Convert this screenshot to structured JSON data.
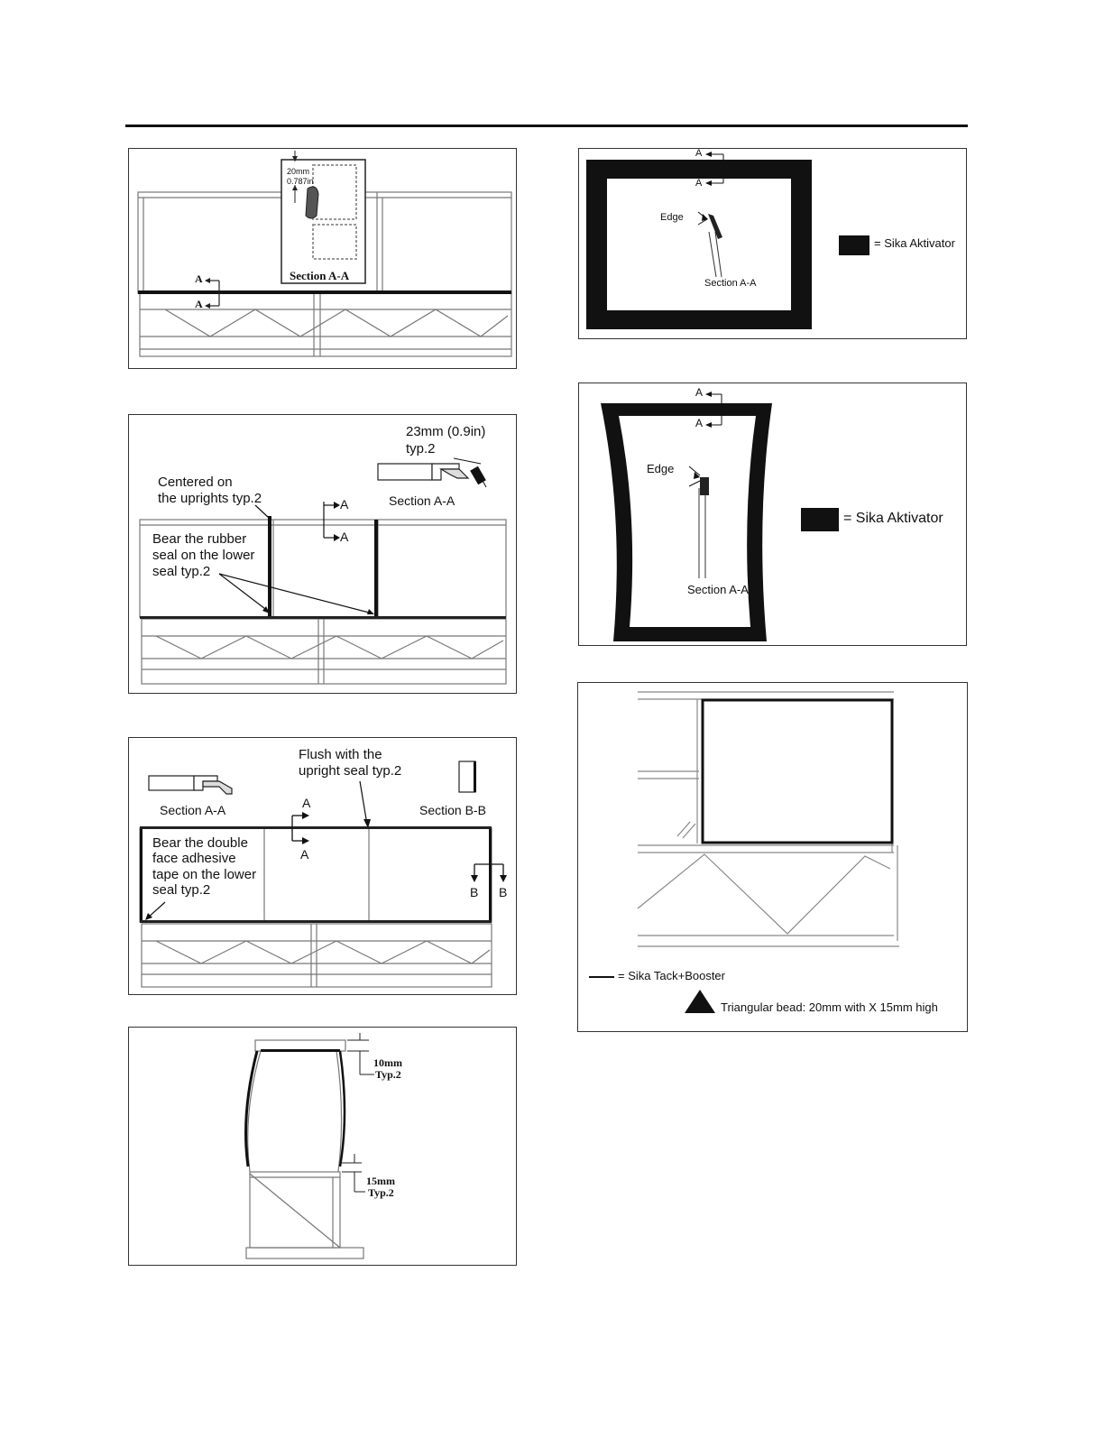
{
  "panel1": {
    "dim_top": "20mm",
    "dim_bottom": "0.787in",
    "section_title": "Section A-A",
    "marker_a_upper": "A",
    "marker_a_lower": "A"
  },
  "panel2": {
    "dim_line1": "23mm (0.9in)",
    "dim_line2": "typ.2",
    "section_label": "Section A-A",
    "note_centered_l1": "Centered on",
    "note_centered_l2": "the uprights typ.2",
    "note_bear_l1": "Bear the rubber",
    "note_bear_l2": "seal on the lower",
    "note_bear_l3": "seal  typ.2",
    "marker_a_upper": "A",
    "marker_a_lower": "A"
  },
  "panel3": {
    "flush_l1": "Flush with the",
    "flush_l2": "upright seal typ.2",
    "section_aa": "Section A-A",
    "section_bb": "Section B-B",
    "note_l1": "Bear the double",
    "note_l2": "face adhesive",
    "note_l3": "tape on the lower",
    "note_l4": "seal   typ.2",
    "marker_a_upper": "A",
    "marker_a_lower": "A",
    "marker_b_left": "B",
    "marker_b_right": "B"
  },
  "panel4": {
    "dim1_value": "10mm",
    "dim1_typ": "Typ.2",
    "dim2_value": "15mm",
    "dim2_typ": "Typ.2"
  },
  "panel5": {
    "marker_a_upper": "A",
    "marker_a_lower": "A",
    "edge_label": "Edge",
    "section_label": "Section A-A",
    "legend_label": "= Sika Aktivator"
  },
  "panel6": {
    "marker_a_upper": "A",
    "marker_a_lower": "A",
    "edge_label": "Edge",
    "section_label": "Section A-A",
    "legend_label": "= Sika Aktivator"
  },
  "panel7": {
    "legend_line_label": "= Sika Tack+Booster",
    "legend_bead_label": "Triangular bead: 20mm with X 15mm high"
  },
  "colors": {
    "ink": "#111111",
    "frame": "#555555",
    "light": "#bbbbbb"
  }
}
